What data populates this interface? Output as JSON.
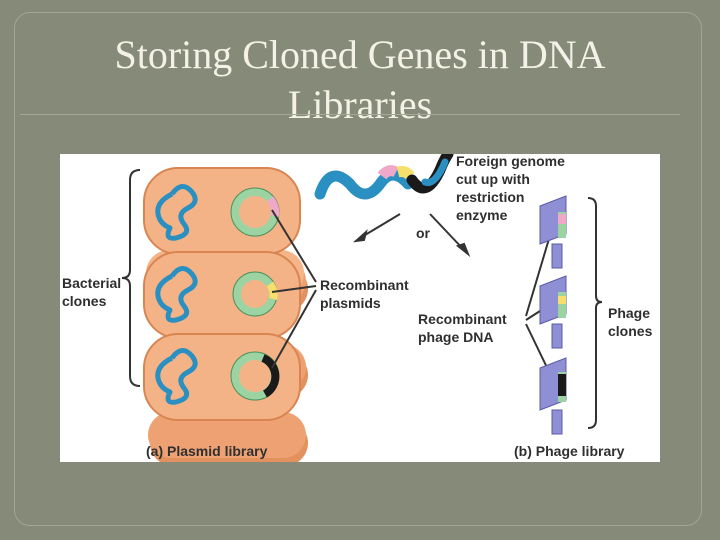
{
  "slide": {
    "title_line1": "Storing Cloned Genes in DNA",
    "title_line2": "Libraries"
  },
  "figure": {
    "genome_label": [
      "Foreign genome",
      "cut up with",
      "restriction",
      "enzyme"
    ],
    "or_label": "or",
    "bacterial_label": [
      "Bacterial",
      "clones"
    ],
    "plasmid_label": [
      "Recombinant",
      "plasmids"
    ],
    "phage_dna_label": [
      "Recombinant",
      "phage DNA"
    ],
    "phage_clones_label": [
      "Phage",
      "clones"
    ],
    "caption_a": "(a) Plasmid library",
    "caption_b": "(b) Phage library",
    "colors": {
      "cell": "#f2b183",
      "cell_edge": "#c8764a",
      "dna": "#2a8fc1",
      "plasmid": "#9bd3a3",
      "insert_pink": "#f0a8c8",
      "insert_yellow": "#f4e06a",
      "insert_black": "#1a1a1a",
      "phage": "#8f8fd6"
    }
  }
}
